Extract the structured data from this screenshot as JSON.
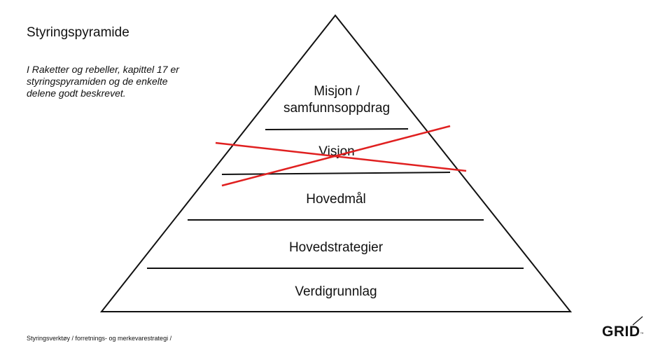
{
  "slide": {
    "title": "Styringspyramide"
  },
  "intro": {
    "lines": [
      "I Raketter og rebeller, kapittel 17 er",
      "styringspyramiden og de enkelte",
      "delene godt beskrevet."
    ]
  },
  "pyramid": {
    "levels": [
      {
        "lines": [
          "Misjon /",
          "samfunnsoppdrag"
        ]
      },
      {
        "lines": [
          "Visjon"
        ],
        "crossed_out": true
      },
      {
        "lines": [
          "Hovedmål"
        ]
      },
      {
        "lines": [
          "Hovedstrategier"
        ]
      },
      {
        "lines": [
          "Verdigrunnlag"
        ]
      }
    ],
    "cross_color": "#e02020",
    "line_color": "#111111"
  },
  "footer": {
    "text": "Styringsverktøy / forretnings- og merkevarestrategi /"
  },
  "brand": {
    "logo_text": "GRID",
    "tm": "™"
  }
}
